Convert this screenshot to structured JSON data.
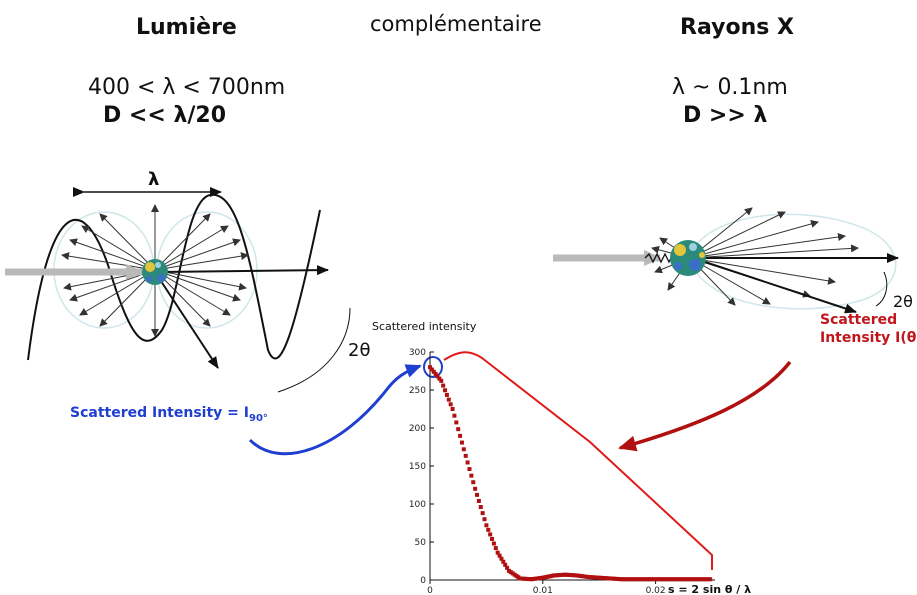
{
  "headings": {
    "left": "Lumière",
    "middle": "complémentaire",
    "right": "Rayons X"
  },
  "left_panel": {
    "wavelength_range": "400 < λ < 700nm",
    "size_condition": "D << λ/20",
    "lambda_label": "λ",
    "angle_label": "2θ",
    "scattered_label": "Scattered Intensity = I",
    "scattered_sub": "90°"
  },
  "right_panel": {
    "wavelength": "λ ~ 0.1nm",
    "size_condition": "D >> λ",
    "angle_label": "2θ",
    "scattered_label_line1": "Scattered",
    "scattered_label_line2": "Intensity I(θ)"
  },
  "colors": {
    "blue": "#1f3fd0",
    "red": "#c0161c",
    "curve": "#b01010",
    "beam": "#b9b9b9"
  },
  "chart_data": {
    "type": "scatter",
    "title": "Scattered intensity",
    "xlabel": "s = 2 sin θ / λ",
    "ylabel": "",
    "xlim": [
      0,
      0.025
    ],
    "ylim": [
      0,
      300
    ],
    "x_ticks": [
      "0",
      "0.01",
      "0.02"
    ],
    "y_ticks": [
      "0",
      "50",
      "100",
      "150",
      "200",
      "250",
      "300"
    ],
    "series": [
      {
        "x": [
          0,
          0.001,
          0.002,
          0.003,
          0.004,
          0.005,
          0.006,
          0.007,
          0.008,
          0.009,
          0.01,
          0.011,
          0.012,
          0.013,
          0.014,
          0.015,
          0.016,
          0.017,
          0.018,
          0.019,
          0.02,
          0.021,
          0.022,
          0.023,
          0.024,
          0.025
        ],
        "y": [
          280,
          262,
          225,
          172,
          120,
          72,
          36,
          12,
          2,
          1,
          3,
          6,
          7,
          6,
          4,
          3,
          2,
          1,
          1,
          1,
          1,
          1,
          1,
          1,
          1,
          1
        ]
      }
    ]
  }
}
